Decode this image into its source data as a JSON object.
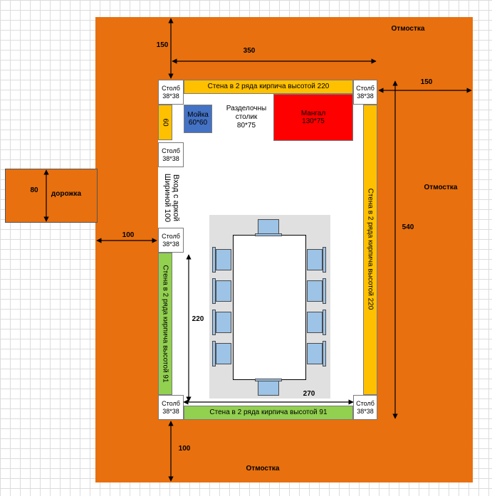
{
  "labels": {
    "otmostka_top": "Отмостка",
    "otmostka_right": "Отмостка",
    "otmostka_bottom": "Отмостка",
    "dim_150_top": "150",
    "dim_350": "350",
    "dim_150_right": "150",
    "dim_540": "540",
    "dim_80": "80",
    "dorozhka": "дорожка",
    "dim_100_left": "100",
    "dim_220": "220",
    "dim_270": "270",
    "dim_100_bottom": "100",
    "pillar": "Столб\n38*38",
    "wall_top": "Стена в 2 ряда кирпича высотой 220",
    "wall_right": "Стена в 2 ряда кирпича высотой 220",
    "wall_left": "Стена в 2 ряда кирпича высотой 91",
    "wall_bottom": "Стена в 2 ряда кирпича высотой 91",
    "sink": "Мойка\n60*60",
    "cutting_table": "Разделочны\nстолик\n80*75",
    "grill": "Мангал\n130*75",
    "dim_60": "60",
    "entrance_line1": "Вход с аркой",
    "entrance_line2": "Шириной 100"
  },
  "colors": {
    "otmostka": "#E8700E",
    "wall_220": "#FFC000",
    "wall_91": "#92D050",
    "sink": "#4472C4",
    "grill": "#FF0000",
    "chair": "#9DC3E6",
    "table_area": "#E0E0E0"
  }
}
